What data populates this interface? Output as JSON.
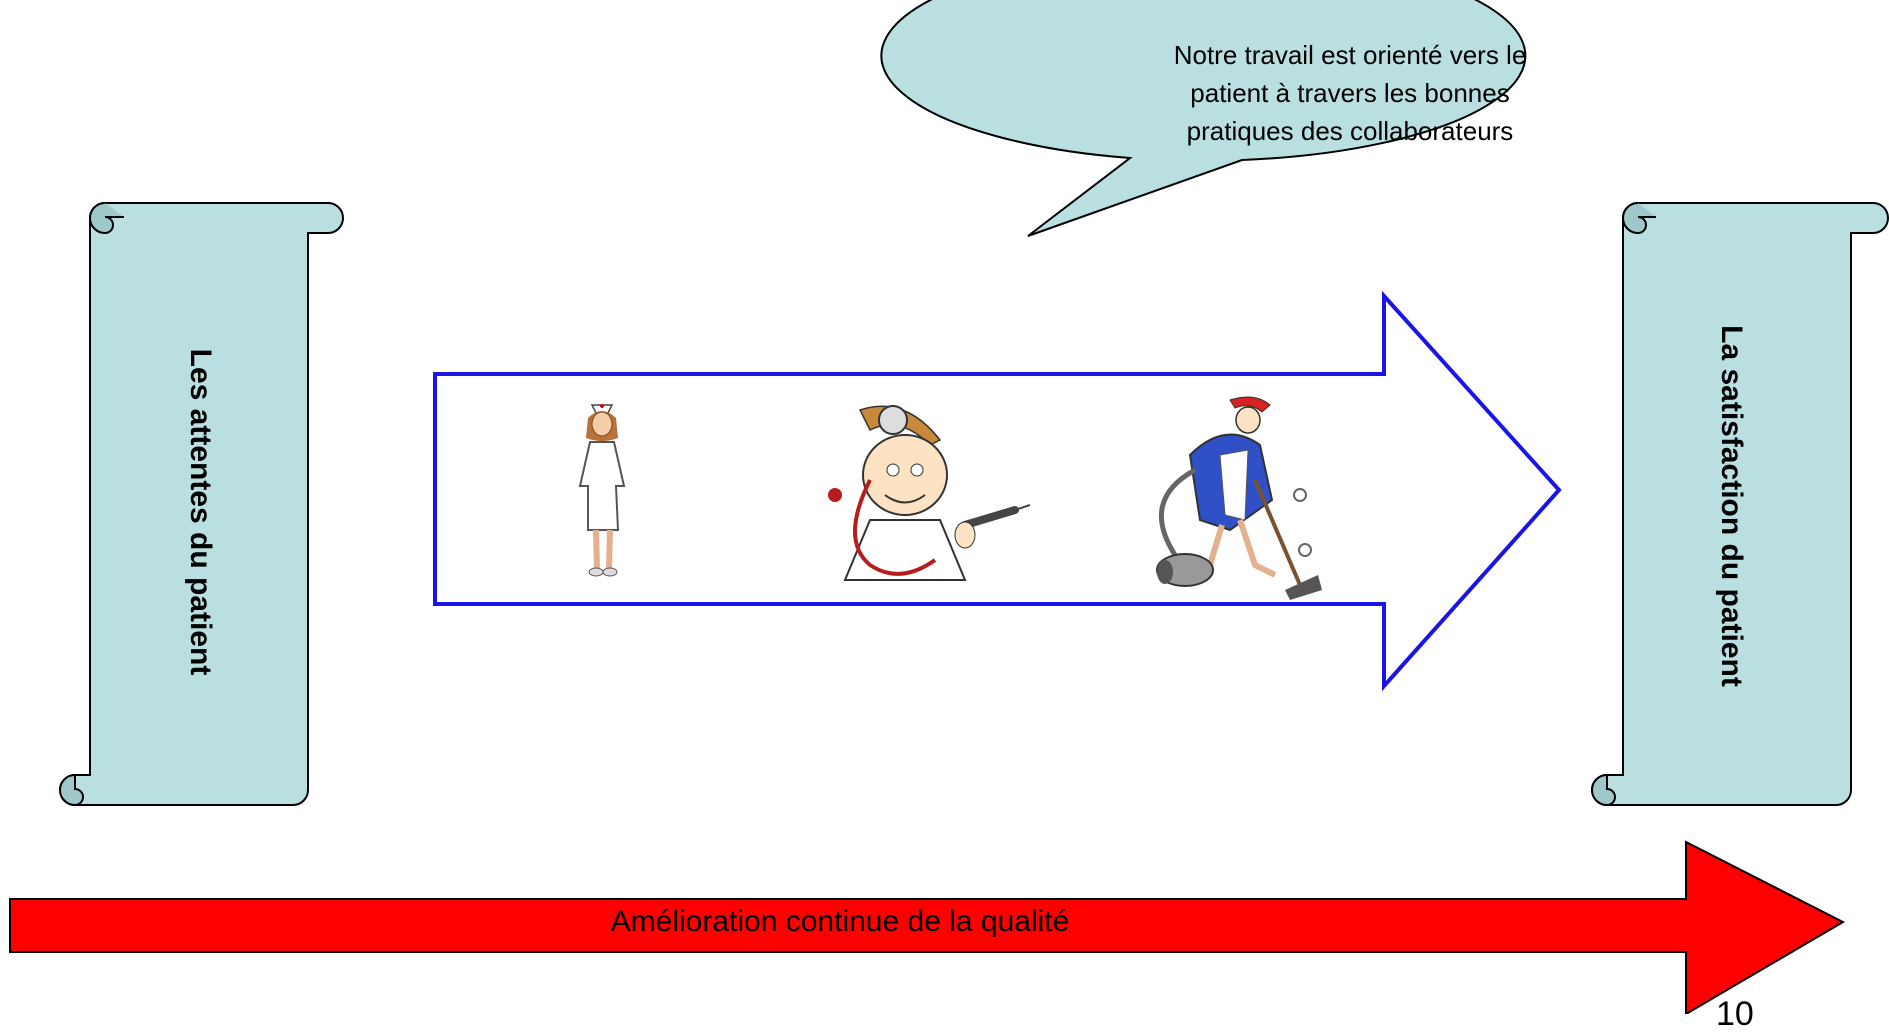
{
  "callout": {
    "lines": [
      "Notre travail est orienté vers le",
      "patient à travers les bonnes",
      "pratiques des collaborateurs"
    ]
  },
  "left_scroll": {
    "label": "Les attentes du patient"
  },
  "right_scroll": {
    "label": "La satisfaction du patient"
  },
  "bottom_arrow": {
    "label": "Amélioration continue de la qualité"
  },
  "page_number": "10",
  "colors": {
    "scroll_fill": "#b9dfe0",
    "callout_fill": "#b9dfe0",
    "process_arrow_stroke": "#1a14e6",
    "bottom_arrow_fill": "#ff0000"
  },
  "icons": [
    "nurse-icon",
    "doctor-icon",
    "cleaner-icon"
  ]
}
